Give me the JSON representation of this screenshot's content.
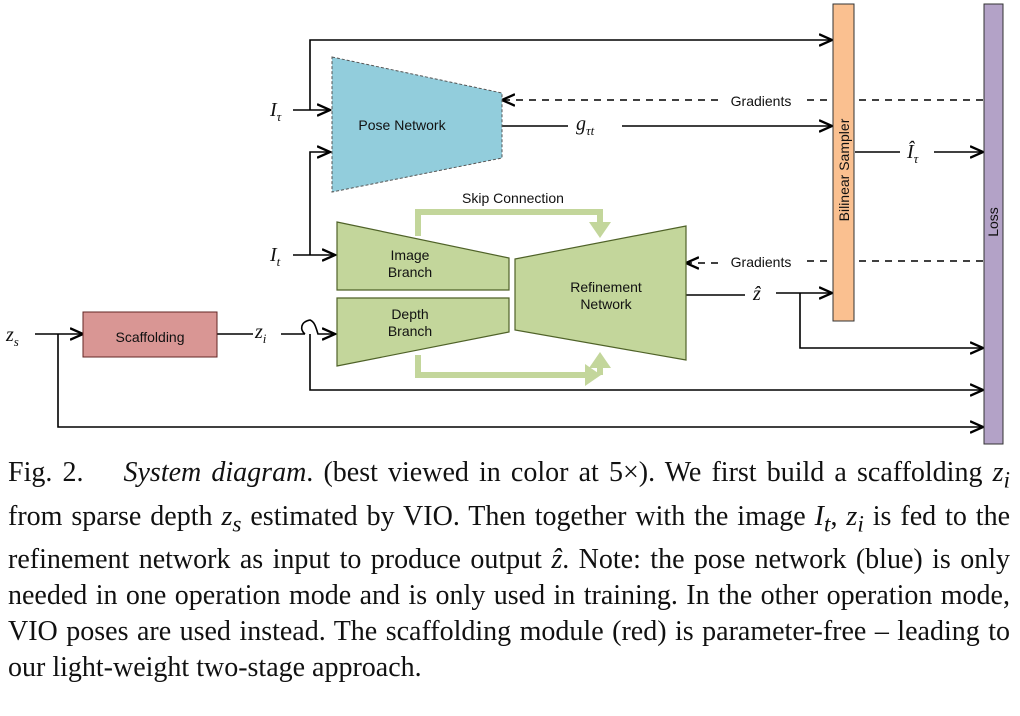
{
  "diagram": {
    "nodes": {
      "pose_network": "Pose Network",
      "image_branch": [
        "Image",
        "Branch"
      ],
      "depth_branch": [
        "Depth",
        "Branch"
      ],
      "refinement_network": [
        "Refinement",
        "Network"
      ],
      "scaffolding": "Scaffolding",
      "bilinear_sampler": "Bilinear Sampler",
      "loss": "Loss"
    },
    "labels": {
      "gradients_top": "Gradients",
      "gradients_bottom": "Gradients",
      "skip_connection": "Skip Connection"
    },
    "math": {
      "z_s": {
        "base": "z",
        "sub": "s"
      },
      "z_i": {
        "base": "z",
        "sub": "i"
      },
      "I_tau": {
        "base": "I",
        "sub": "τ"
      },
      "I_t": {
        "base": "I",
        "sub": "t"
      },
      "g_taut": {
        "base": "g",
        "sub": "τt"
      },
      "z_hat": {
        "base": "ẑ",
        "sub": ""
      },
      "I_hat_tau": {
        "base": "Î",
        "sub": "τ"
      }
    },
    "colors": {
      "pose_network": "#92CDDC",
      "branches": "#C3D69B",
      "skip_connection": "#C3D69B",
      "scaffolding": "#D99694",
      "bilinear_sampler": "#FAC090",
      "loss": "#B3A2C7"
    }
  },
  "caption": {
    "figure_number": "Fig. 2.",
    "title": "System diagram",
    "text_html": ". (best viewed in color at 5×). We first build a scaffolding <i>z<sub>i</sub></i> from sparse depth <i>z<sub>s</sub></i> estimated by VIO. Then together with the image <i>I<sub>t</sub></i>, <i>z<sub>i</sub></i> is fed to the refinement network as input to produce output <i>ẑ</i>. Note: the pose network (blue) is only needed in one operation mode and is only used in training. In the other operation mode, VIO poses are used instead. The scaffolding module (red) is parameter-free – leading to our light-weight two-stage approach."
  }
}
